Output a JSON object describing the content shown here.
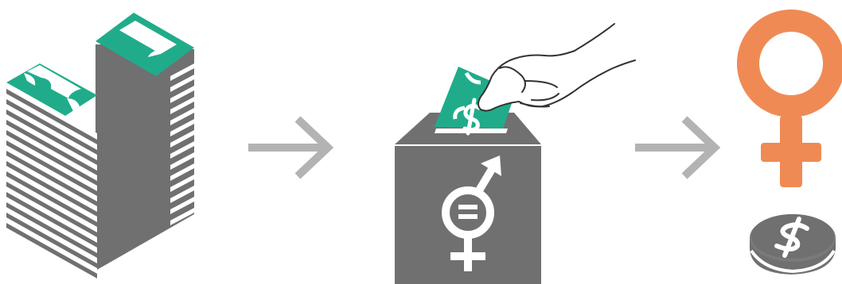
{
  "diagram": {
    "steps": [
      {
        "icon": "money-stack-icon"
      },
      {
        "icon": "gender-equality-ballot-box-icon"
      },
      {
        "icon": "female-symbol-icon"
      },
      {
        "icon": "coin-icon"
      }
    ],
    "connectors": [
      {
        "icon": "arrow-right-icon",
        "from": 0,
        "to": 1
      },
      {
        "icon": "arrow-right-icon",
        "from": 1,
        "to": 2
      }
    ]
  },
  "colors": {
    "gray": "#707070",
    "green": "#20ac8a",
    "orange": "#f08a55",
    "arrow": "#b3b3b3",
    "line": "#333333",
    "white": "#ffffff"
  }
}
